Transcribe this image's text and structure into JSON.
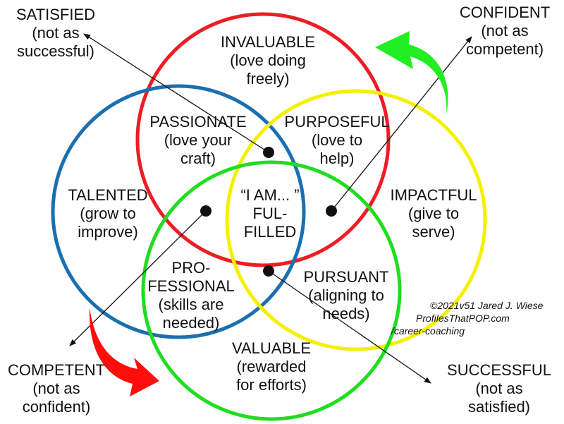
{
  "colors": {
    "red": "#ee1c24",
    "blue": "#1a6fb0",
    "yellow": "#f5f000",
    "green": "#1fdd1f",
    "arrow_green": "#22ee22",
    "arrow_red": "#ff0d0d",
    "ink": "#111111"
  },
  "corners": {
    "satisfied": [
      "SATISFIED",
      "(not as",
      "successful)"
    ],
    "confident": [
      "CONFIDENT",
      "(not as",
      "competent)"
    ],
    "competent": [
      "COMPETENT",
      "(not as",
      "confident)"
    ],
    "successful": [
      "SUCCESSFUL",
      "(not as",
      "satisfied)"
    ]
  },
  "circles": {
    "invaluable": [
      "INVALUABLE",
      "(love doing",
      "freely)"
    ],
    "talented": [
      "TALENTED",
      "(grow to",
      "improve)"
    ],
    "impactful": [
      "IMPACTFUL",
      "(give to",
      "serve)"
    ],
    "valuable": [
      "VALUABLE",
      "(rewarded",
      "for efforts)"
    ]
  },
  "overlaps": {
    "passionate": [
      "PASSIONATE",
      "(love your",
      "craft)"
    ],
    "purposeful": [
      "PURPOSEFUL",
      "(love to",
      "help)"
    ],
    "professional": [
      "PRO-",
      "FESSIONAL",
      "(skills are",
      "needed)"
    ],
    "pursuant": [
      "PURSUANT",
      "(aligning to",
      "needs)"
    ]
  },
  "center": [
    "“I AM... ”",
    "FUL-",
    "FILLED"
  ],
  "credit": [
    "©2021v51 Jared J. Wiese",
    "ProfilesThatPOP.com",
    "/career-coaching"
  ]
}
